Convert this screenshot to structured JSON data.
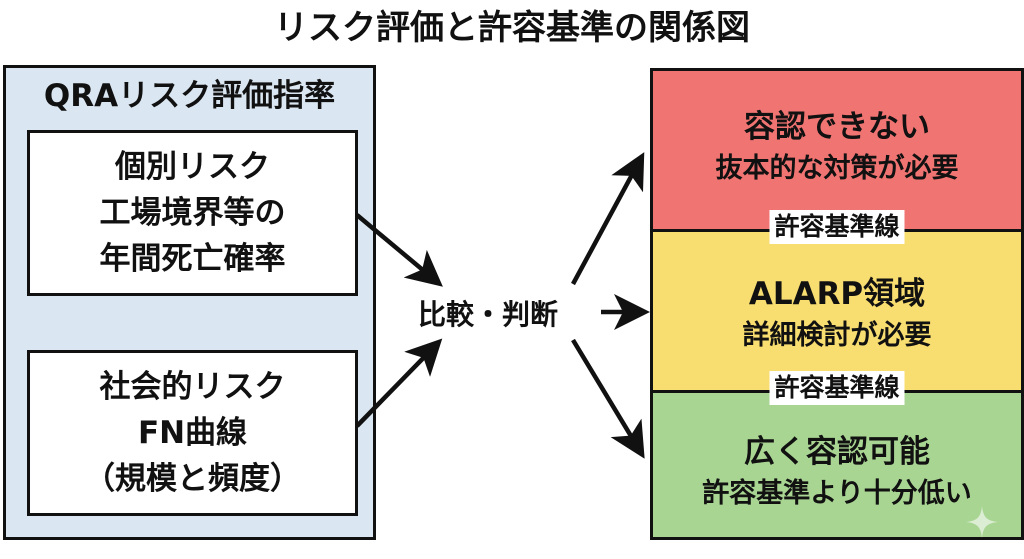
{
  "title": "リスク評価と許容基準の関係図",
  "left_panel": {
    "title": "QRAリスク評価指率",
    "individual_risk": {
      "lines": [
        "個別リスク",
        "工場境界等の",
        "年間死亡確率"
      ]
    },
    "societal_risk": {
      "lines": [
        "社会的リスク",
        "FN曲線",
        "（規模と頻度）"
      ]
    }
  },
  "center": {
    "label": "比較・判断"
  },
  "right_panel": {
    "zones": [
      {
        "main": "容認できない",
        "sub": "抜本的な対策が必要",
        "color": "#f07472"
      },
      {
        "main": "ALARP領域",
        "sub": "詳細検討が必要",
        "color": "#f8dd70"
      },
      {
        "main": "広く容認可能",
        "sub": "許容基準より十分低い",
        "color": "#a9d593"
      }
    ],
    "threshold_labels": [
      "許容基準線",
      "許容基準線"
    ]
  },
  "colors": {
    "left_panel_bg": "#dae6f1",
    "border": "#111111"
  }
}
